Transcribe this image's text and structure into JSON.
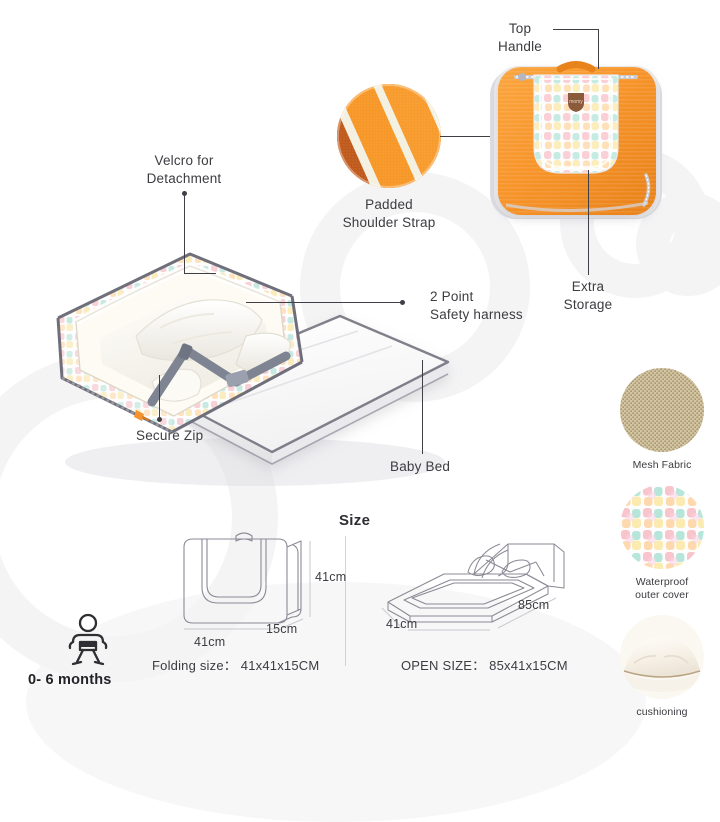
{
  "product": {
    "brand_label": "momy",
    "accent_color": "#f6932e",
    "line_color": "#3f3f45"
  },
  "callouts": {
    "velcro": "Velcro for\nDetachment",
    "secure_zip": "Secure Zip",
    "harness": "2 Point\nSafety harness",
    "baby_bed": "Baby Bed",
    "shoulder_strap": "Padded\nShoulder Strap",
    "top_handle": "Top\nHandle",
    "extra_storage": "Extra\nStorage"
  },
  "swatches": [
    {
      "name": "mesh-fabric",
      "caption": "Mesh Fabric",
      "color": "#cfc19e"
    },
    {
      "name": "waterproof-cover",
      "caption": "Waterproof\nouter cover",
      "color": "#f6dfe2"
    },
    {
      "name": "cushioning",
      "caption": "cushioning",
      "color": "#f5efe6"
    }
  ],
  "size": {
    "heading": "Size",
    "folding": {
      "width": "41cm",
      "height": "41cm",
      "depth": "15cm",
      "caption": "Folding size： 41x41x15CM"
    },
    "open": {
      "width": "41cm",
      "length": "85cm",
      "caption": "OPEN SIZE： 85x41x15CM"
    }
  },
  "age": {
    "icon": "baby-icon",
    "label": "0- 6 months"
  }
}
